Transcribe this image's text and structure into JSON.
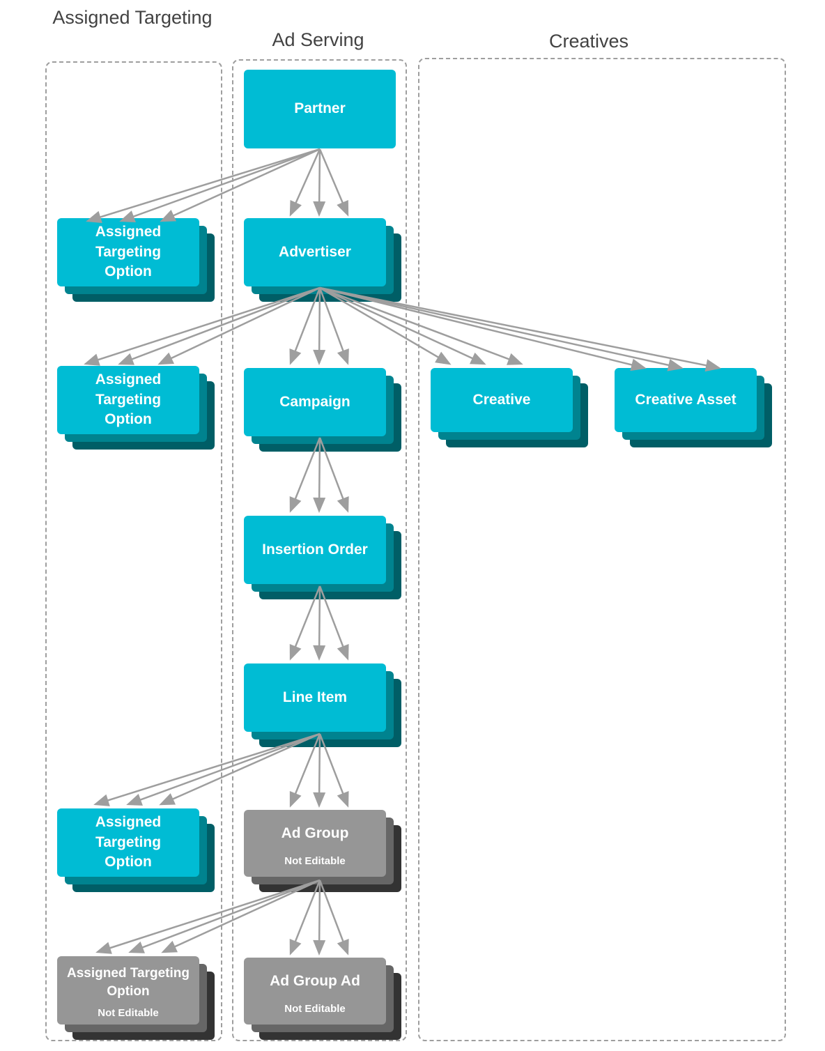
{
  "titles": {
    "left": "Assigned Targeting",
    "middle": "Ad Serving",
    "right": "Creatives"
  },
  "nodes": {
    "partner": {
      "label": "Partner"
    },
    "advertiser": {
      "label": "Advertiser"
    },
    "campaign": {
      "label": "Campaign"
    },
    "insertion_order": {
      "label": "Insertion Order"
    },
    "line_item": {
      "label": "Line Item"
    },
    "ad_group": {
      "label": "Ad Group",
      "sublabel": "Not Editable"
    },
    "ad_group_ad": {
      "label": "Ad Group Ad",
      "sublabel": "Not Editable"
    },
    "ato_partner": {
      "label": "Assigned Targeting Option"
    },
    "ato_advertiser": {
      "label": "Assigned Targeting Option"
    },
    "ato_line_item": {
      "label": "Assigned Targeting Option"
    },
    "ato_ad_group": {
      "label": "Assigned Targeting Option",
      "sublabel": "Not Editable"
    },
    "creative": {
      "label": "Creative"
    },
    "creative_asset": {
      "label": "Creative Asset"
    }
  },
  "colors": {
    "cyan": "#00BCD4",
    "cyan-mid": "#00838F",
    "cyan-back": "#005E66",
    "gray": "#969696",
    "gray-mid": "#666666",
    "gray-back": "#333333",
    "arrow": "#9E9E9E",
    "border": "#9E9E9E",
    "title": "#424242"
  }
}
